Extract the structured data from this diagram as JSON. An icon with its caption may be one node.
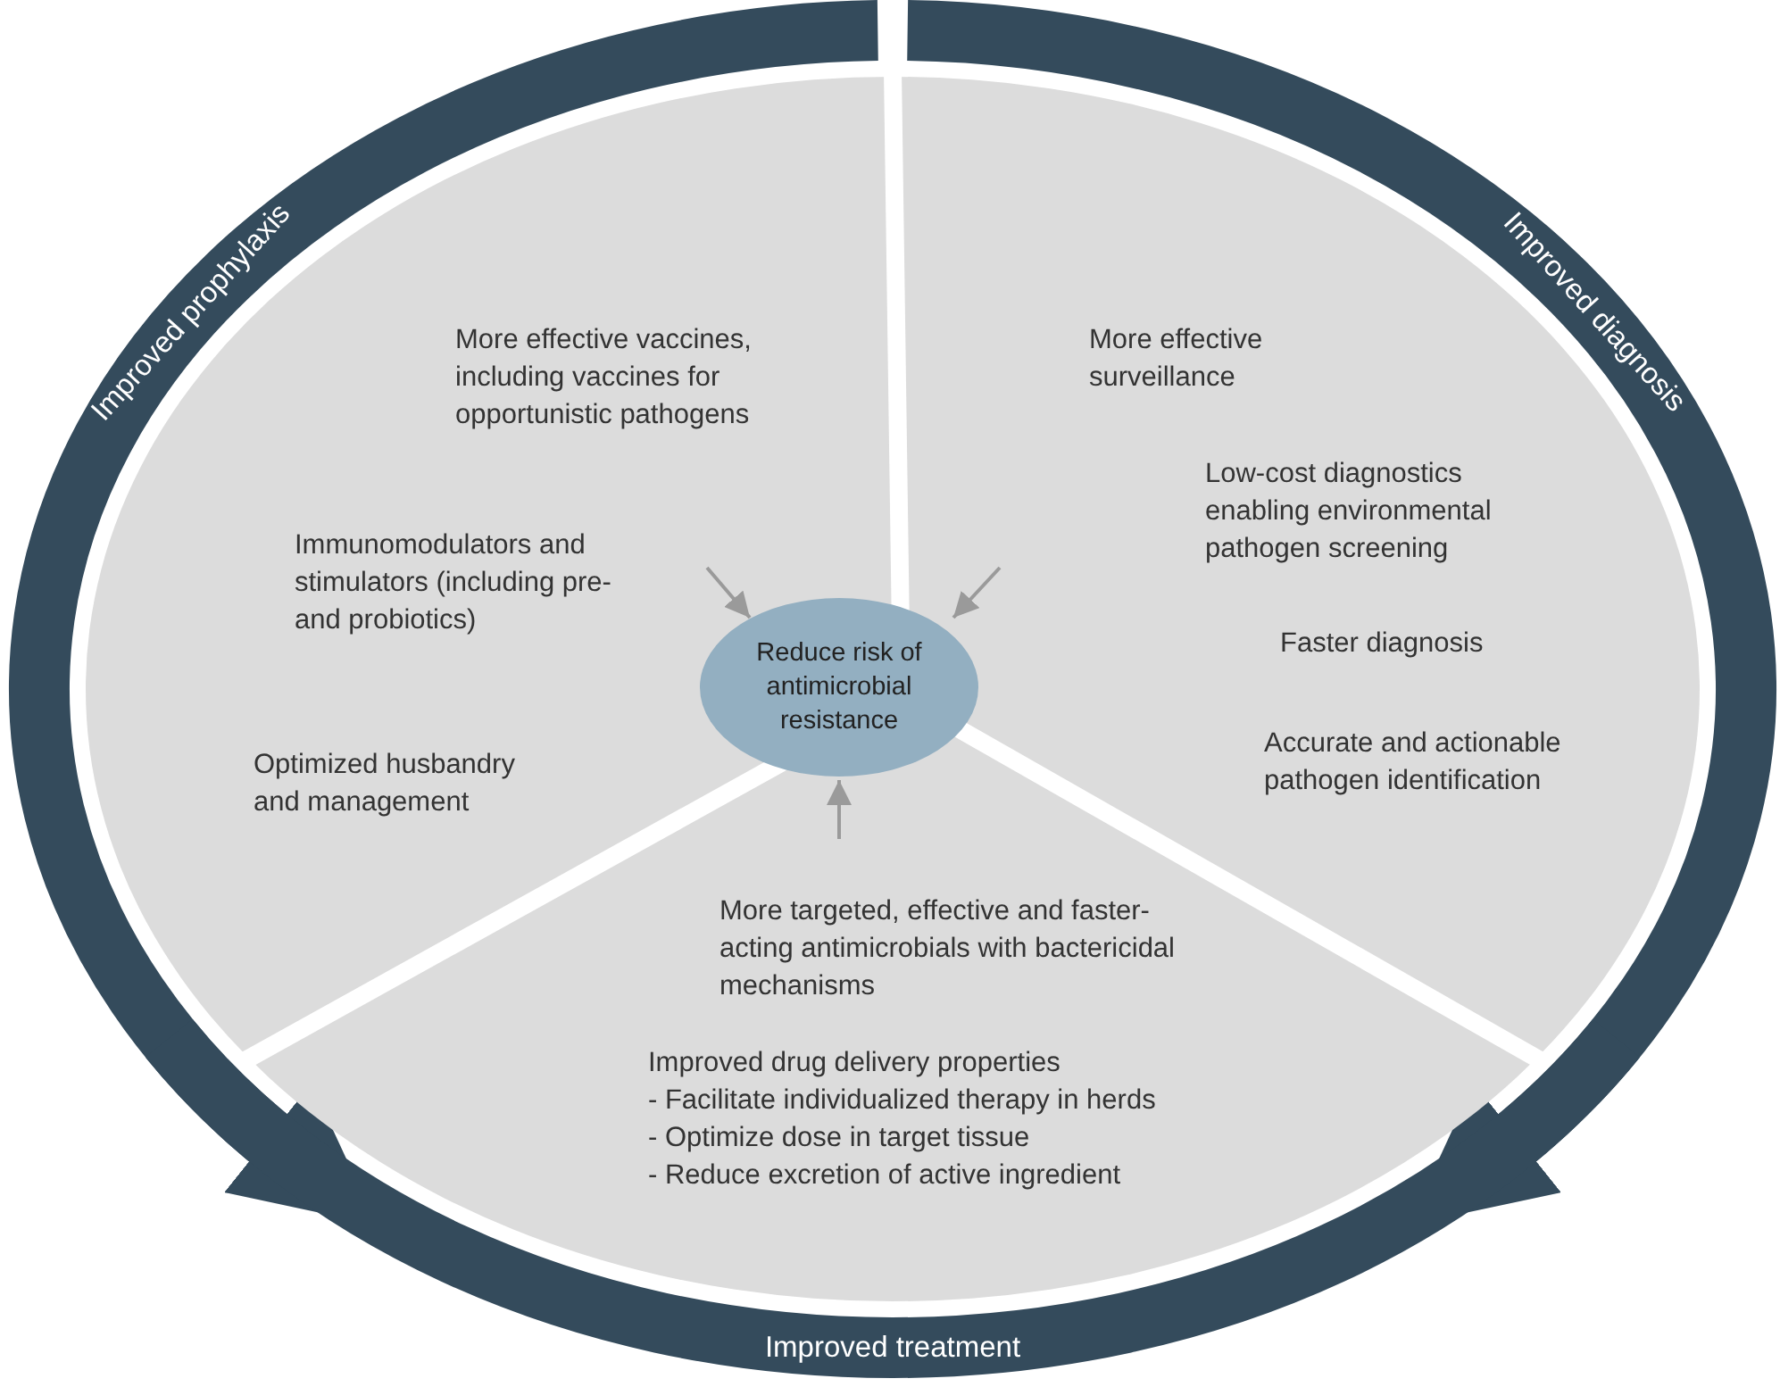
{
  "diagram": {
    "nodes": [
      {
        "text": [
          "Improved prophylaxis",
          "More effective vaccines, including vaccines for opportunistic pathogens",
          "Immunomodulators and stimulators (including pre- and probiotics)",
          "Optimized husbandry and management"
        ]
      },
      {
        "text": [
          "Improved diagnosis",
          "More effective surveillance",
          "Low-cost diagnostics enabling environmental pathogen screening",
          "Faster diagnosis",
          "Accurate and actionable pathogen identification"
        ]
      },
      {
        "text": [
          "More targeted, effective and faster-acting antimicrobials with bactericidal mechanisms",
          "Improved drug delivery properties",
          "- Facilitate individualized therapy in herds",
          "- Optimize dose in target tissue",
          "- Reduce excretion of active ingredient",
          "Improved treatment"
        ]
      },
      {
        "text": [
          "Reduce risk of antimicrobial resistance"
        ]
      }
    ],
    "edges": [
      {
        "from": 0,
        "to": 3,
        "arrow": "to"
      },
      {
        "from": 1,
        "to": 3,
        "arrow": "to"
      },
      {
        "from": 2,
        "to": 3,
        "arrow": "to"
      }
    ]
  }
}
